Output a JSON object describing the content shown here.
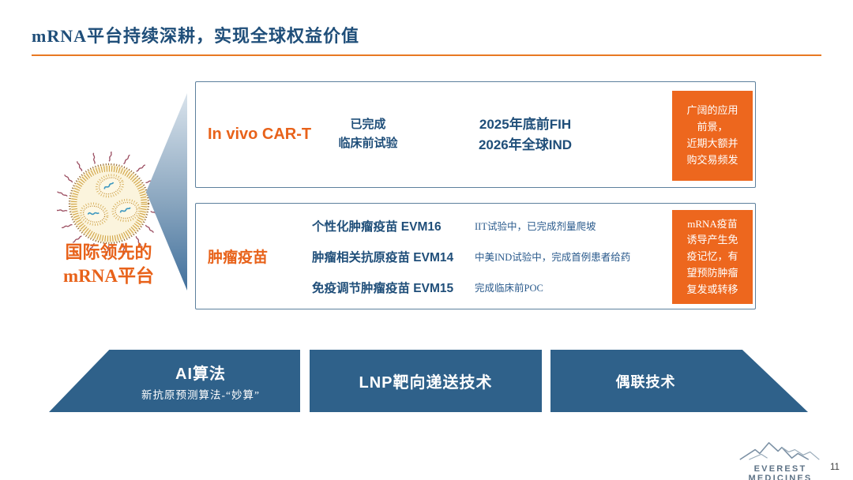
{
  "title": "mRNA平台持续深耕，实现全球权益价值",
  "platform": {
    "label_line1": "国际领先的",
    "label_line2": "mRNA平台",
    "icon": "lnp-particle-icon"
  },
  "cart_section": {
    "name": "In vivo CAR-T",
    "status": "已完成\n临床前试验",
    "milestones": "2025年底前FIH\n2026年全球IND",
    "highlight": "广阔的应用\n前景，\n近期大额并\n购交易频发"
  },
  "vaccine_section": {
    "name": "肿瘤疫苗",
    "rows": [
      {
        "name": "个性化肿瘤疫苗 EVM16",
        "status": "IIT试验中，已完成剂量爬坡"
      },
      {
        "name": "肿瘤相关抗原疫苗 EVM14",
        "status": "中美IND试验中，完成首例患者给药"
      },
      {
        "name": "免疫调节肿瘤疫苗 EVM15",
        "status": "完成临床前POC"
      }
    ],
    "highlight": "mRNA疫苗\n诱导产生免\n疫记忆，有\n望预防肿瘤\n复发或转移"
  },
  "tech_bar": {
    "ai": {
      "title": "AI算法",
      "subtitle": "新抗原预测算法-“妙算”"
    },
    "lnp": {
      "title": "LNP靶向递送技术"
    },
    "conjugate": {
      "title": "偶联技术"
    }
  },
  "footer": {
    "brand": "EVEREST MEDICINES",
    "page_number": "11",
    "logo_icon": "mountain-range-icon"
  },
  "colors": {
    "accent_orange": "#E8621A",
    "highlight_orange": "#ED671E",
    "underline_orange": "#E87922",
    "dark_blue": "#1F4E79",
    "steel_blue": "#2F618A",
    "panel_border": "#5d809d",
    "logo_gray_blue": "#7b90a4"
  }
}
